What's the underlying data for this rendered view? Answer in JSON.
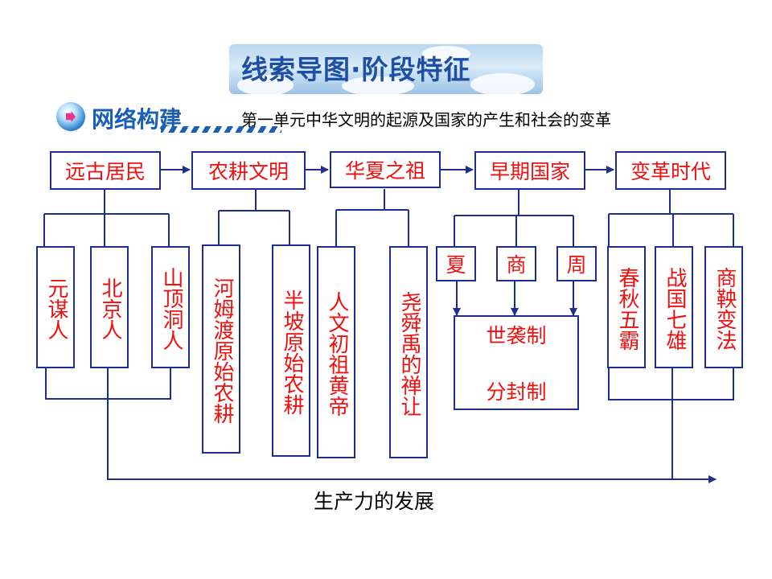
{
  "header": {
    "main_title": "线索导图·阶段特征",
    "section_label": "网络构建",
    "unit_title": "第一单元中华文明的起源及国家的产生和社会的变革"
  },
  "stages": [
    {
      "label": "远古居民",
      "children": [
        "元谋人",
        "北京人",
        "山顶洞人"
      ]
    },
    {
      "label": "农耕文明",
      "children": [
        "河姆渡原始农耕",
        "半坡原始农耕"
      ]
    },
    {
      "label": "华夏之祖",
      "children": [
        "人文初祖黄帝",
        "尧舜禹的禅让"
      ]
    },
    {
      "label": "早期国家",
      "children": [
        "夏",
        "商",
        "周"
      ]
    },
    {
      "label": "变革时代",
      "children": [
        "春秋五霸",
        "战国七雄",
        "商鞅变法"
      ]
    }
  ],
  "system_box": {
    "line1": "世袭制",
    "line2": "分封制"
  },
  "bottom_label": "生产力的发展",
  "colors": {
    "box_border": "#1e2f8f",
    "box_text": "#ee1111",
    "title": "#1f4fa3"
  }
}
